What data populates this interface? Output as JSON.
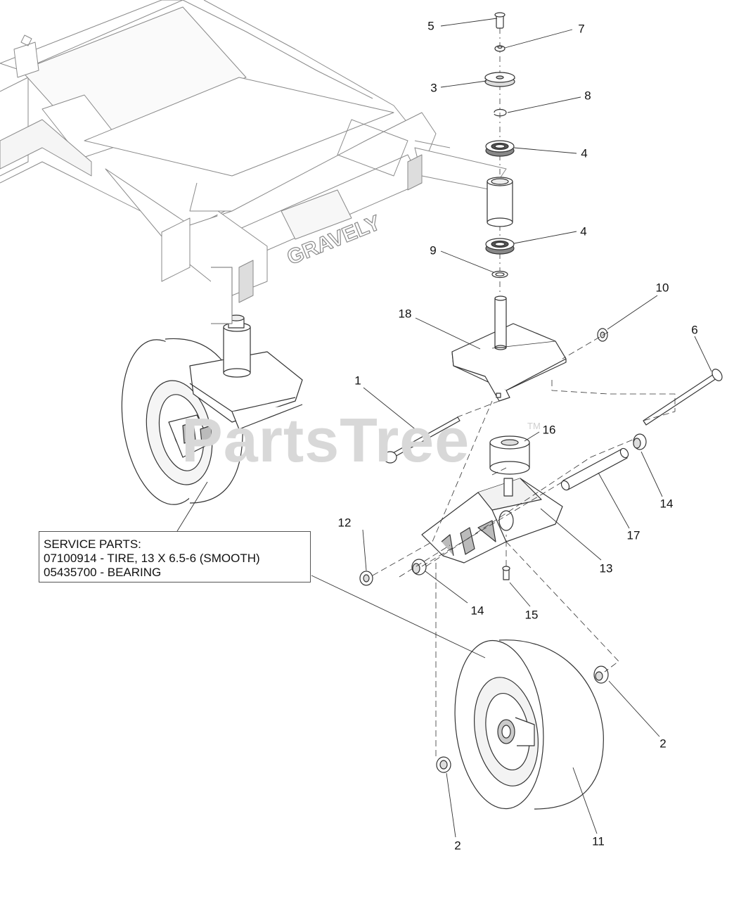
{
  "watermark": {
    "text": "PartsTree",
    "tm": "TM"
  },
  "frame_brand": "GRAVELY",
  "service_box": {
    "title": "SERVICE PARTS:",
    "lines": [
      "07100914 - TIRE, 13 X 6.5-6 (SMOOTH)",
      "05435700 - BEARING"
    ]
  },
  "callouts": [
    "5",
    "7",
    "3",
    "8",
    "4",
    "4",
    "9",
    "10",
    "18",
    "6",
    "1",
    "16",
    "14",
    "12",
    "13",
    "17",
    "14",
    "15",
    "2",
    "2",
    "11"
  ],
  "colors": {
    "line": "#333333",
    "fill": "#ffffff",
    "shade": "#e6e6e6",
    "watermark": "#d8d8d8"
  }
}
